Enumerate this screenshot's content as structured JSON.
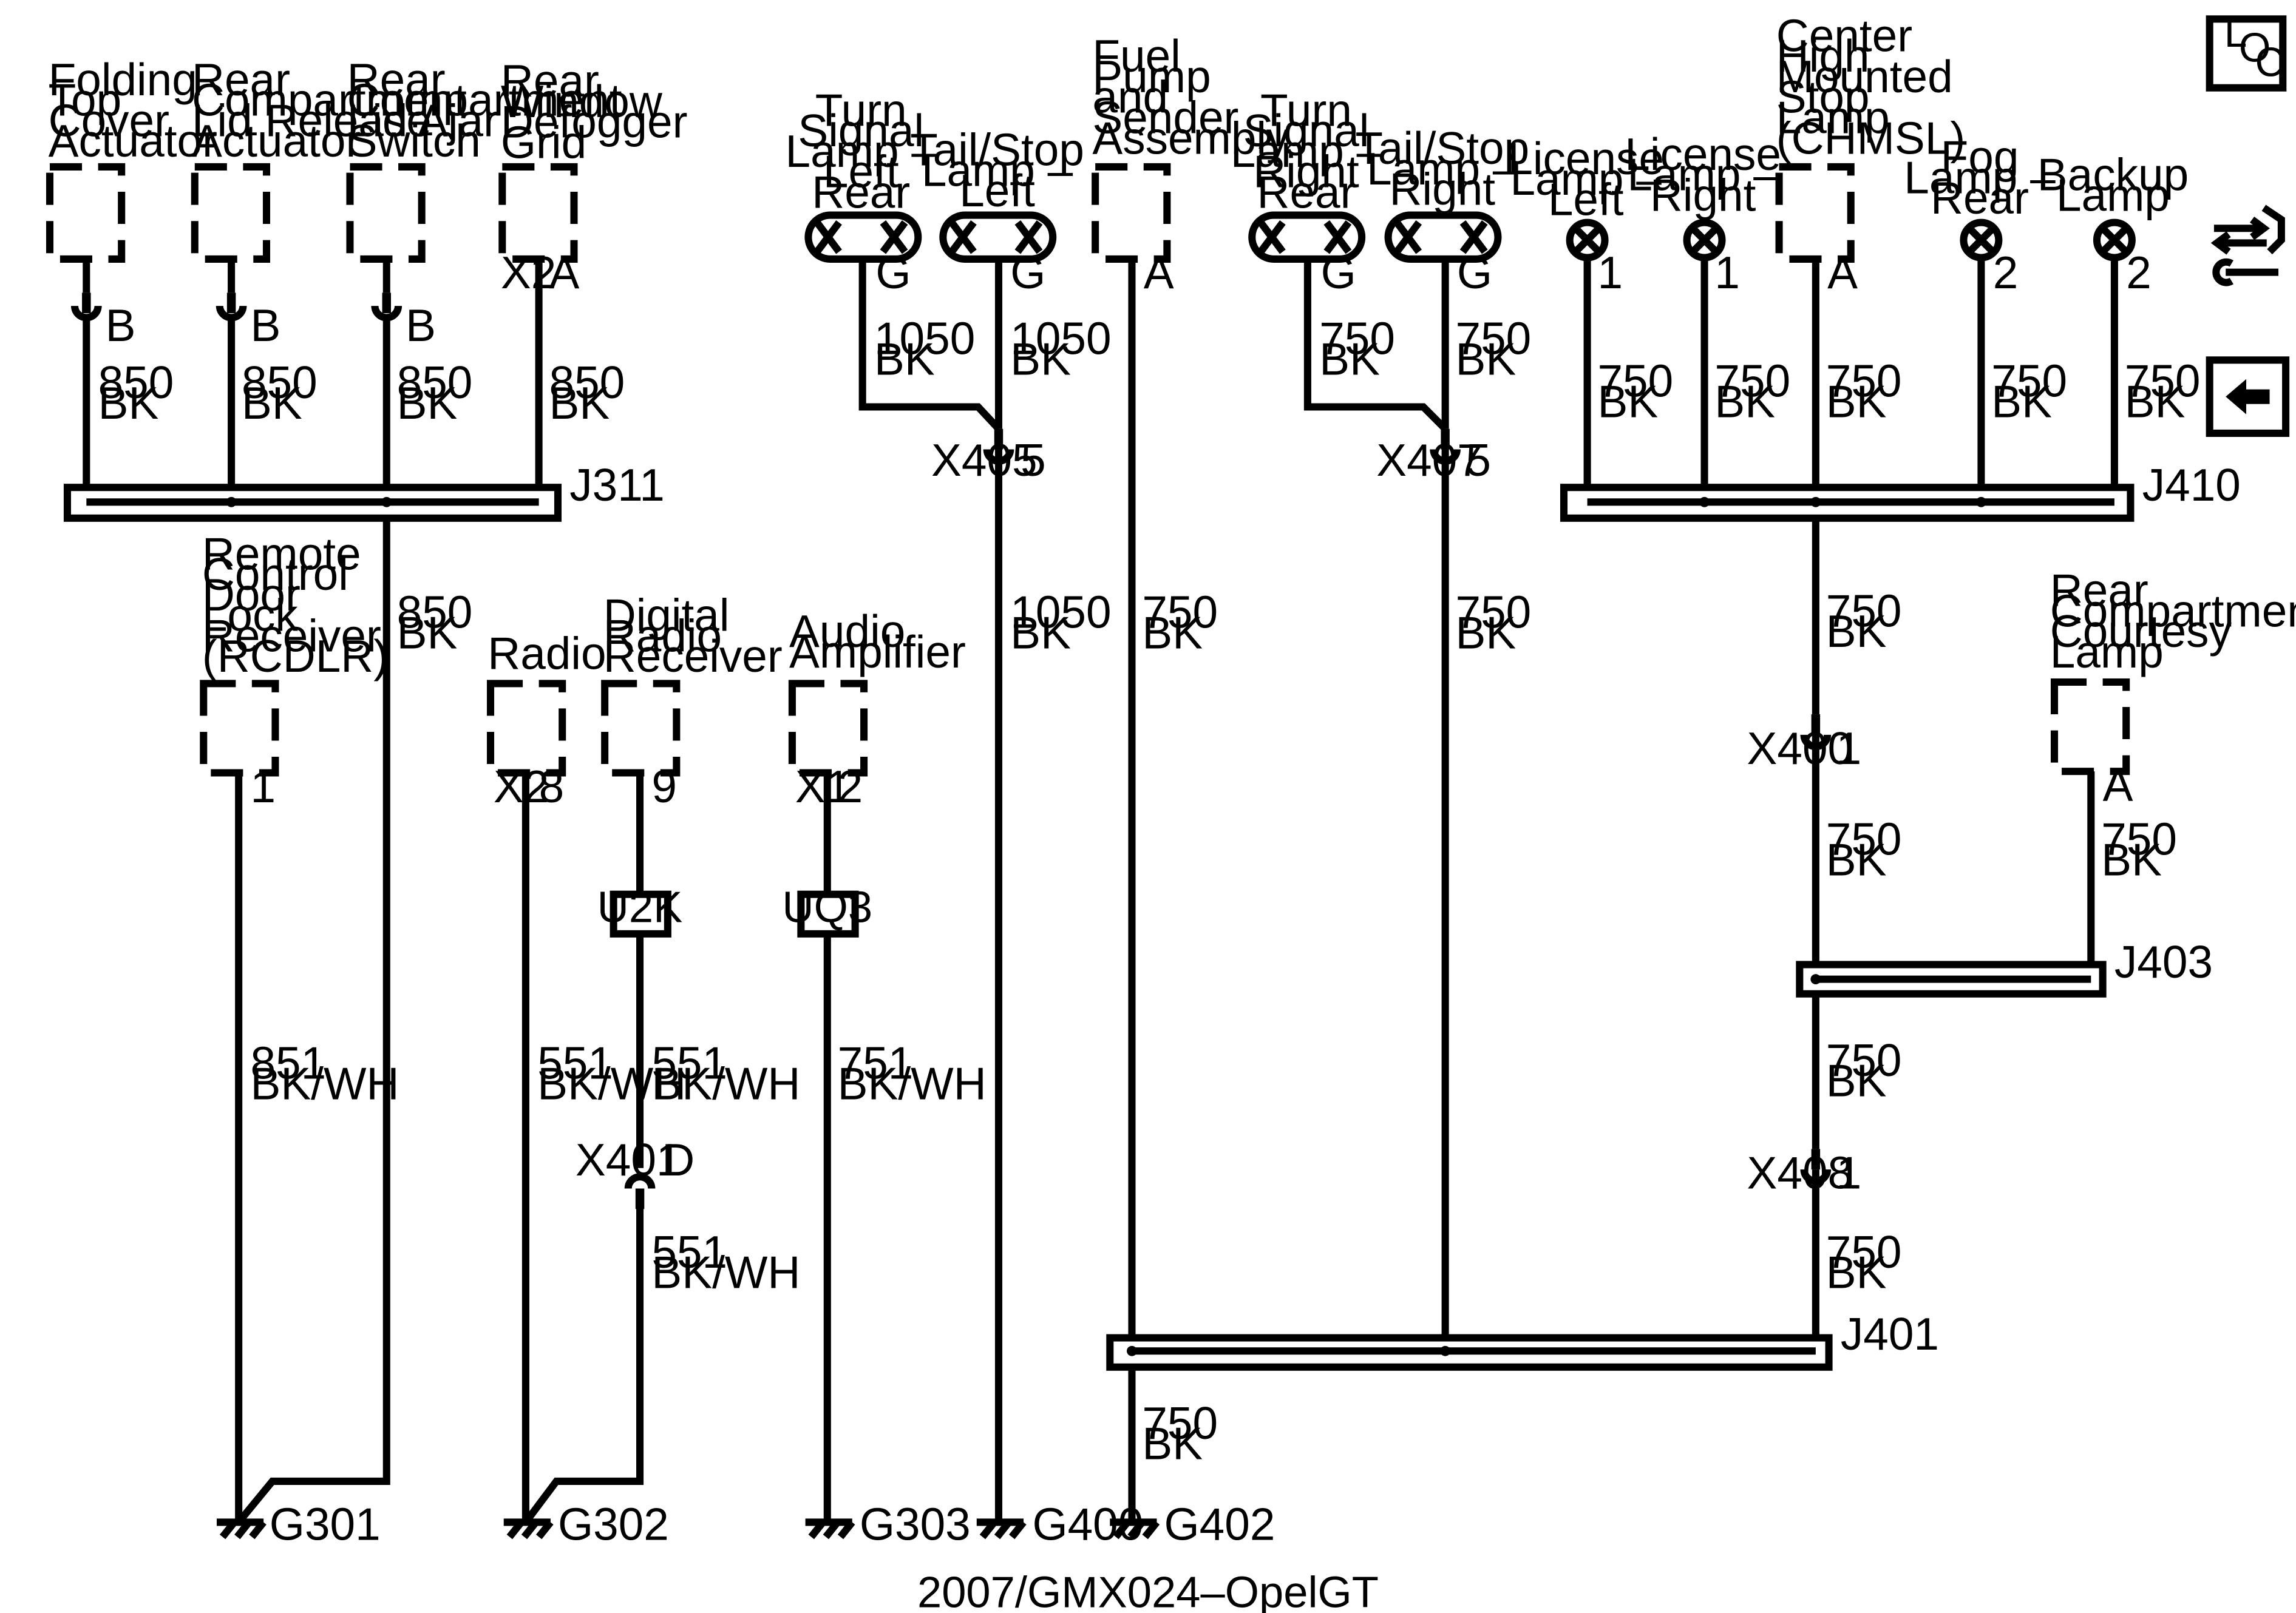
{
  "components": {
    "folding_top": [
      "Folding",
      "Top",
      "Cover",
      "Actuator"
    ],
    "rear_lid_release": [
      "Rear",
      "Compartment",
      "Lid Release",
      "Actuator"
    ],
    "rear_lid_ajar": [
      "Rear",
      "Compartment",
      "Lid Ajar",
      "Switch"
    ],
    "rear_defogger": [
      "Rear",
      "Window",
      "Defogger",
      "Grid"
    ],
    "rcdlr": [
      "Remote",
      "Control",
      "Door",
      "Lock",
      "Receiver",
      "(RCDLR)"
    ],
    "radio": [
      "Radio"
    ],
    "digital_radio": [
      "Digital",
      "Radio",
      "Receiver"
    ],
    "audio_amp": [
      "Audio",
      "Amplifier"
    ],
    "turn_left": [
      "Turn",
      "Signal",
      "Lamp –",
      "Left",
      "Rear"
    ],
    "tail_left": [
      "Tail/Stop",
      "Lamp –",
      "Left"
    ],
    "fuel_pump": [
      "Fuel",
      "Pump",
      "and",
      "Sender",
      "Assembly"
    ],
    "turn_right": [
      "Turn",
      "Signal",
      "Lamp –",
      "Right",
      "Rear"
    ],
    "tail_right": [
      "Tail/Stop",
      "Lamp –",
      "Right"
    ],
    "license_left": [
      "License",
      "Lamp –",
      "Left"
    ],
    "license_right": [
      "License",
      "Lamp –",
      "Right"
    ],
    "chmsl": [
      "Center",
      "High",
      "Mounted",
      "Stop",
      "Lamp",
      "(CHMSL)"
    ],
    "fog_rear": [
      "Fog",
      "Lamp –",
      "Rear"
    ],
    "backup": [
      "Backup",
      "Lamp"
    ],
    "courtesy": [
      "Rear",
      "Compartment",
      "Courtesy",
      "Lamp"
    ]
  },
  "pins": {
    "folding_top": "B",
    "rear_lid_release": "B",
    "rear_lid_ajar": "B",
    "rear_defogger_conn": "X2",
    "rear_defogger": "A",
    "rcdlr": "1",
    "radio_conn": "X2",
    "radio": "8",
    "digital_radio": "9",
    "audio_amp_conn": "X1",
    "audio_amp": "2",
    "turn_left": "G",
    "tail_left": "G",
    "fuel_pump": "A",
    "turn_right": "G",
    "tail_right": "G",
    "license_left": "1",
    "license_right": "1",
    "chmsl": "A",
    "fog_rear": "2",
    "backup": "2",
    "courtesy": "A",
    "x405": "5",
    "x407": "5",
    "x400": "1",
    "x401": "D",
    "x408": "1"
  },
  "wires": {
    "w850": [
      "850",
      "BK"
    ],
    "w851": [
      "851",
      "BK/WH"
    ],
    "w551": [
      "551",
      "BK/WH"
    ],
    "w751": [
      "751",
      "BK/WH"
    ],
    "w1050": [
      "1050",
      "BK"
    ],
    "w750": [
      "750",
      "BK"
    ]
  },
  "connectors": {
    "x405": "X405",
    "x407": "X407",
    "x400": "X400",
    "x401": "X401",
    "x408": "X408"
  },
  "splices": {
    "j311": "J311",
    "j410": "J410",
    "j403": "J403",
    "j401": "J401"
  },
  "modules": {
    "u2k": "U2K",
    "uq3": "UQ3"
  },
  "grounds": {
    "g301": "G301",
    "g302": "G302",
    "g303": "G303",
    "g400": "G400",
    "g402": "G402"
  },
  "nav": {
    "loc_l": "L",
    "loc_o": "O",
    "loc_c": "C"
  },
  "footer": "2007/GMX024–OpelGT"
}
